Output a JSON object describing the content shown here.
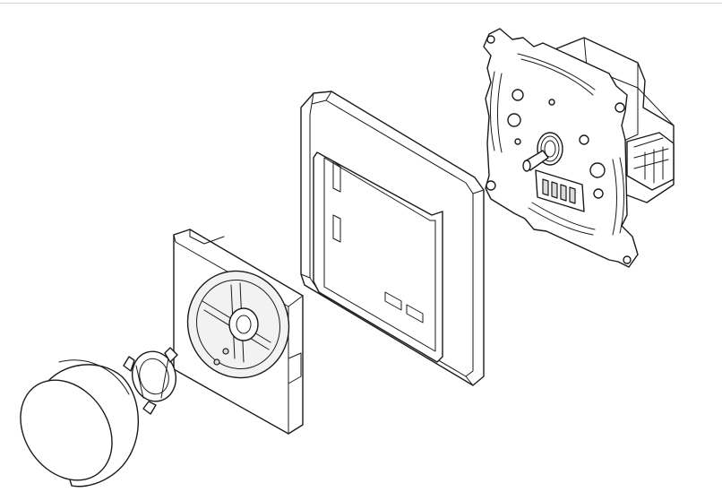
{
  "diagram": {
    "type": "exploded-assembly-view",
    "parts": [
      {
        "id": "knob",
        "icon": "round-knob-icon"
      },
      {
        "id": "adapter",
        "icon": "knob-adapter-icon"
      },
      {
        "id": "center-plate",
        "icon": "center-plate-icon"
      },
      {
        "id": "cover-frame",
        "icon": "cover-frame-icon"
      },
      {
        "id": "dimmer-insert",
        "icon": "dimmer-insert-icon"
      }
    ],
    "colors": {
      "line": "#1a1a1a",
      "background": "#ffffff",
      "shade": "#dcdcdc"
    }
  }
}
